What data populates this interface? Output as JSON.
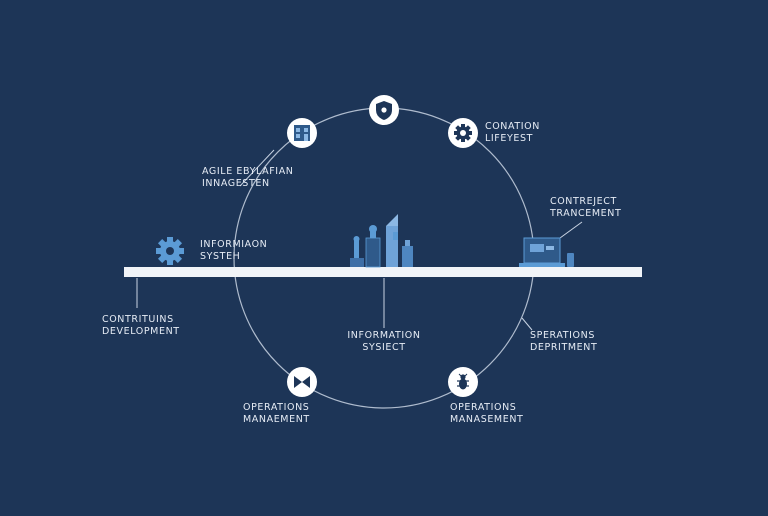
{
  "colors": {
    "background": "#1d3557",
    "line": "#c9d4e3",
    "bar": "#f1f4f8",
    "node_fill": "#ffffff",
    "icon_dark": "#1d3557",
    "accent": "#5b9bd5"
  },
  "nodes": [
    {
      "id": "top",
      "icon": "shield-icon"
    },
    {
      "id": "upper-left",
      "icon": "building-icon"
    },
    {
      "id": "upper-right",
      "icon": "gear-icon"
    },
    {
      "id": "bottom-left",
      "icon": "bowtie-icon"
    },
    {
      "id": "bottom-right",
      "icon": "bug-icon"
    }
  ],
  "labels": {
    "agile": [
      "AGILE EBYLAFIAN",
      "INNAGESTEN"
    ],
    "conation": [
      "CONATION",
      "LIFEYEST"
    ],
    "contreject": [
      "CONTREJECT",
      "TRANCEMENT"
    ],
    "information_left": [
      "INFORMIAON",
      "SYSTEH"
    ],
    "contrituins": [
      "CONTRITUINS",
      "DEVELOPMENT"
    ],
    "information_center": [
      "INFORMATION",
      "SYSIECT"
    ],
    "operations_right": [
      "SPERATIONS",
      "DEPRITMENT"
    ],
    "operations_bl": [
      "OPERATIONS",
      "MANAEMENT"
    ],
    "operations_br": [
      "OPERATIONS",
      "MANASEMENT"
    ]
  },
  "decor": {
    "left_icon": "gear-icon",
    "center_icon": "city-skyline-icon",
    "right_icon": "laptop-icon"
  }
}
